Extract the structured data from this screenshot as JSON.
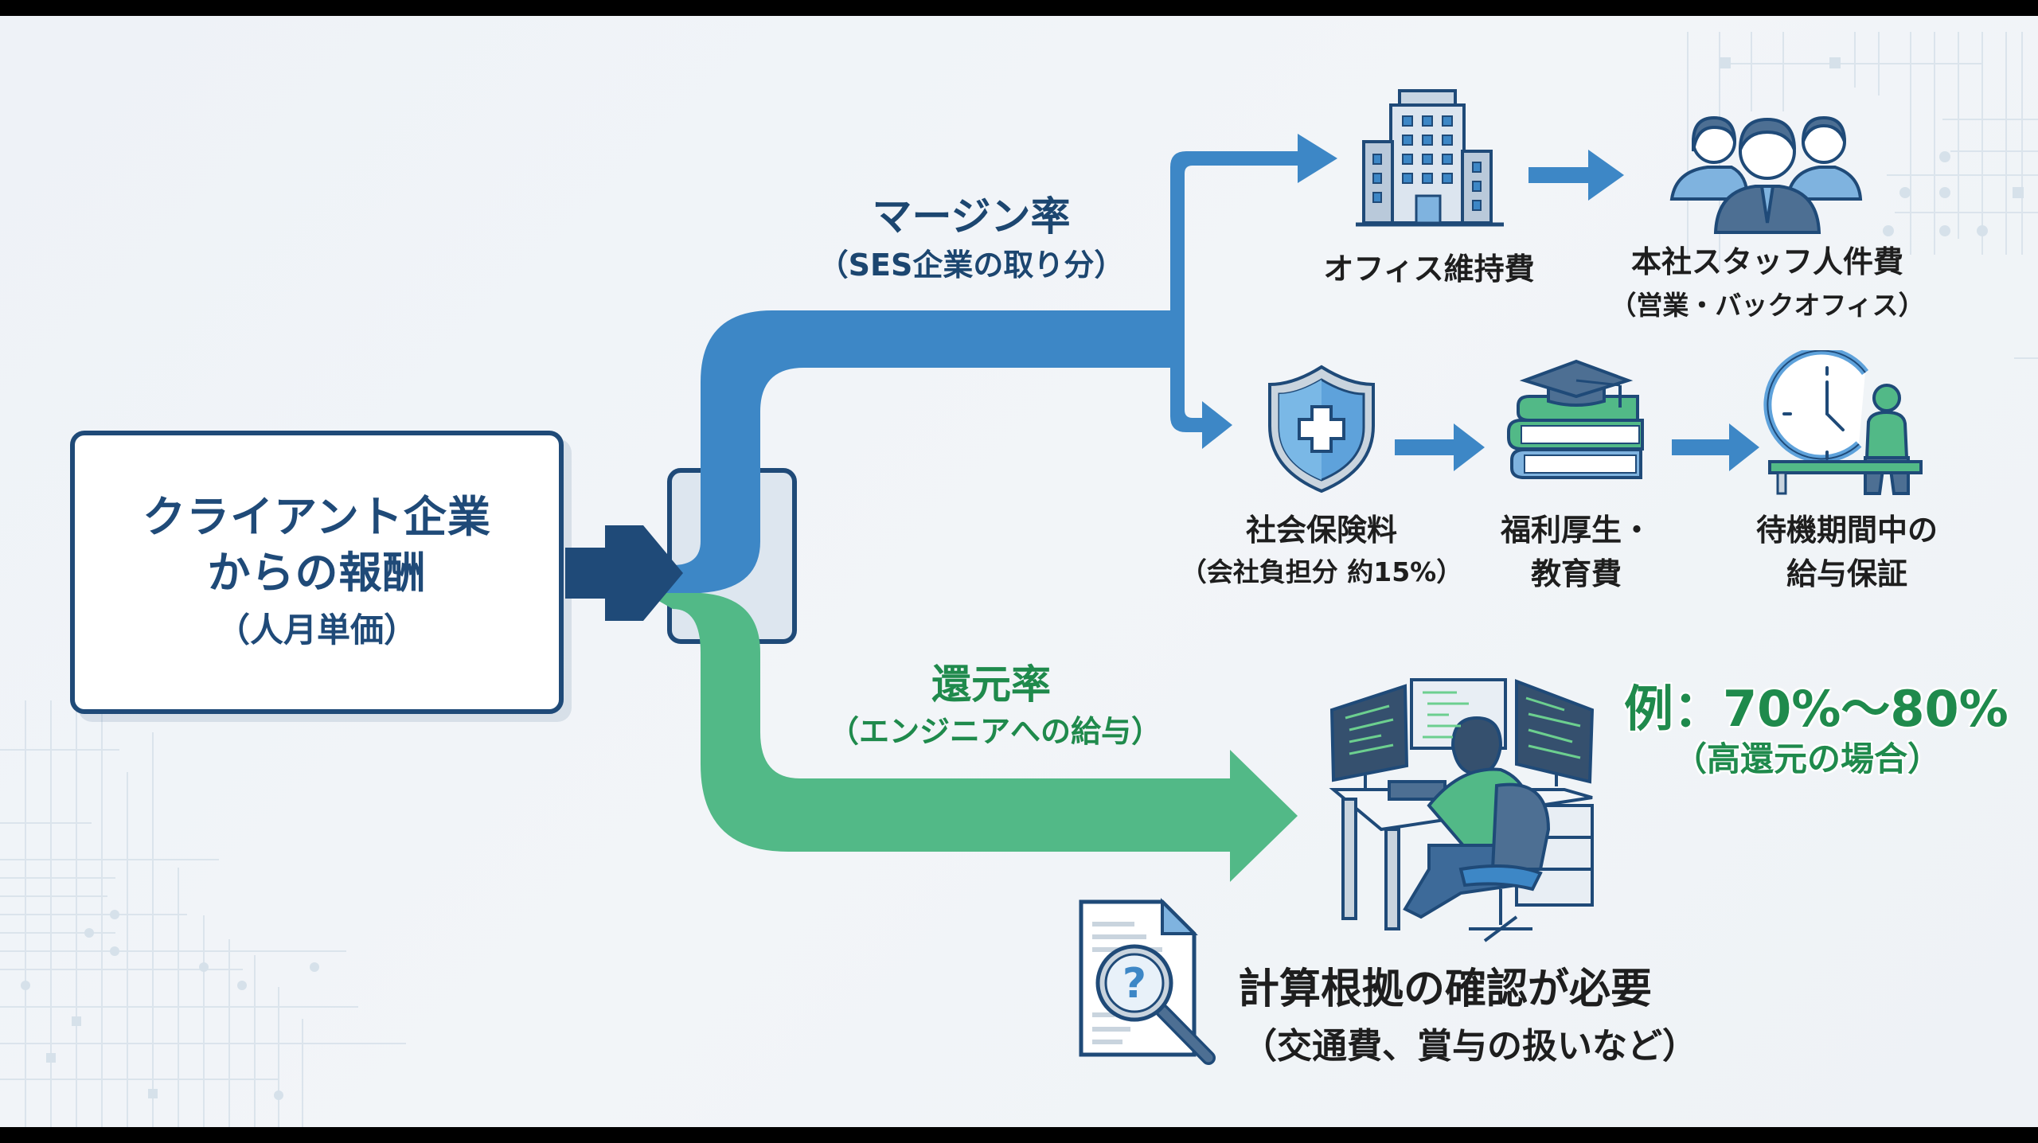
{
  "diagram": {
    "source": {
      "line1": "クライアント企業",
      "line2": "からの報酬",
      "line3": "（人月単価）"
    },
    "margin_branch": {
      "title": "マージン率",
      "subtitle": "（SES企業の取り分）",
      "color": "#3d87c6",
      "items": [
        {
          "label": "オフィス維持費",
          "sub": "",
          "icon": "office-building-icon"
        },
        {
          "label": "本社スタッフ人件費",
          "sub": "（営業・バックオフィス）",
          "icon": "support-staff-icon"
        },
        {
          "label": "社会保険料",
          "sub": "（会社負担分 約15%）",
          "icon": "shield-plus-icon"
        },
        {
          "label": "福利厚生・",
          "sub": "教育費",
          "icon": "books-graduation-cap-icon"
        },
        {
          "label": "待機期間中の",
          "sub": "給与保証",
          "icon": "clock-waiting-person-icon"
        }
      ]
    },
    "return_branch": {
      "title": "還元率",
      "subtitle": "（エンジニアへの給与）",
      "color": "#52b987",
      "recipient_icon": "engineer-at-desk-icon",
      "example_main": "例：70%～80%",
      "example_sub": "（高還元の場合）"
    },
    "note": {
      "main": "計算根拠の確認が必要",
      "sub": "（交通費、賞与の扱いなど）",
      "icon": "document-magnifier-question-icon"
    },
    "colors": {
      "navy": "#1f4a78",
      "blue": "#3d87c6",
      "green": "#52b987",
      "text_green": "#1f8a4c",
      "background": "#eef2f6"
    }
  }
}
